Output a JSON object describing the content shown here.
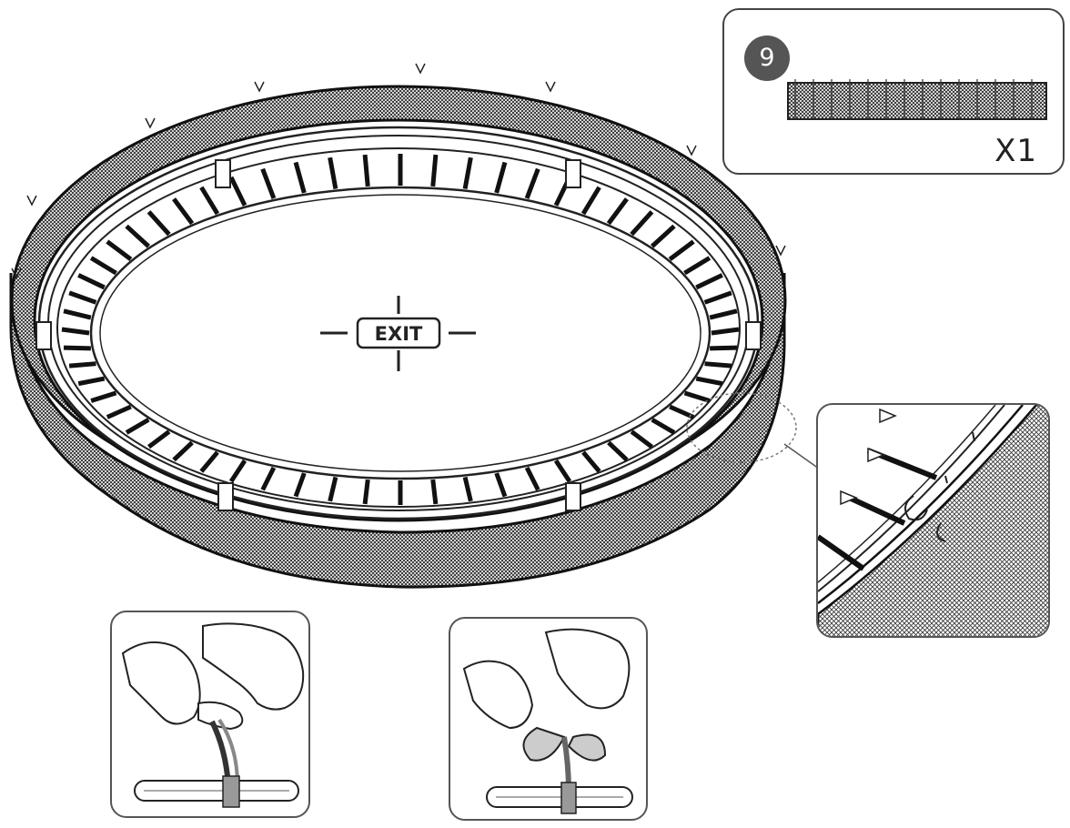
{
  "part_box": {
    "step_number": "9",
    "part_icon": "net-strip-icon",
    "quantity": "X1"
  },
  "trampoline": {
    "logo_text": "EXIT",
    "pole_count": 6,
    "spring_count": 60
  },
  "detail_zoom": {
    "icon": "net-attachment-detail-icon"
  },
  "tie_steps": [
    {
      "icon": "hands-tying-strap-icon"
    },
    {
      "icon": "hands-tying-bow-icon"
    }
  ],
  "colors": {
    "line": "#222222",
    "net": "#333333",
    "badge": "#555555",
    "frame": "#444444"
  }
}
